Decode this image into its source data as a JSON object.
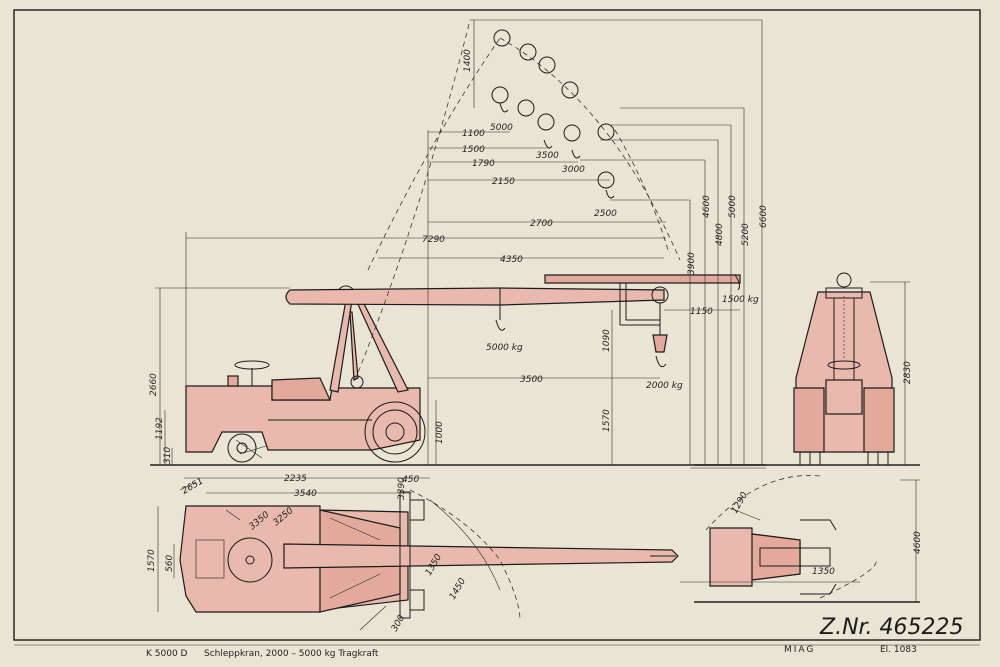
{
  "drawing_number": "Z.Nr. 465225",
  "title_block": {
    "model": "K 5000 D",
    "description": "Schleppkran, 2000 – 5000 kg Tragkraft",
    "maker": "MIAG",
    "sheet_ref": "El. 1083"
  },
  "side_view": {
    "horizontal_dims": [
      "7290",
      "4350",
      "3500",
      "2700",
      "2150",
      "1790",
      "1500",
      "1100",
      "1150"
    ],
    "vertical_dims": [
      "2660",
      "1192",
      "310",
      "1000",
      "1570",
      "1090",
      "3900",
      "4600",
      "4800",
      "5000",
      "5200",
      "6600",
      "1400"
    ],
    "loads": [
      "5000 kg",
      "2000 kg",
      "1500 kg"
    ],
    "hook_capacities": [
      "5000",
      "3500",
      "3000",
      "2500"
    ]
  },
  "end_view": {
    "height_dim": "2830"
  },
  "plan_view": {
    "dims": [
      "2235",
      "3540",
      "450",
      "2651",
      "3390",
      "3250",
      "1570",
      "560",
      "1450",
      "1350",
      "300"
    ]
  },
  "turning_view": {
    "dims": [
      "4600",
      "1290",
      "1350"
    ]
  }
}
